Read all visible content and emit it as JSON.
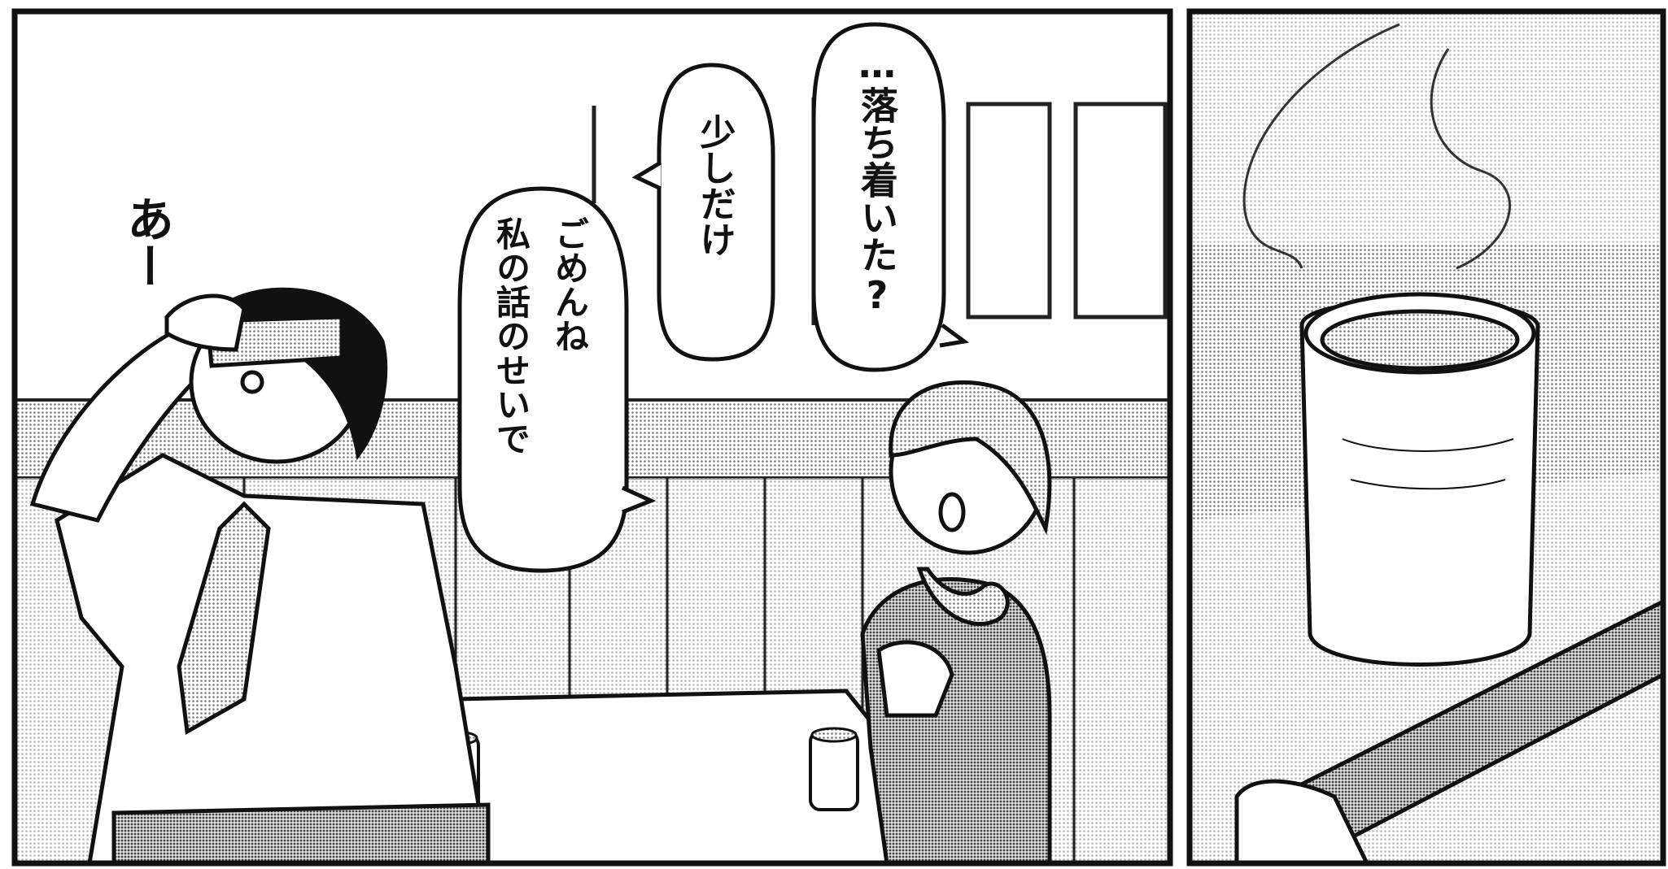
{
  "panels": [
    {
      "id": "left",
      "dialogue": [
        {
          "text": "…落ち着いた?"
        },
        {
          "text": "少しだけ"
        },
        {
          "lines": [
            "ごめんね",
            "私の話のせいで"
          ]
        }
      ],
      "sfx": "あー"
    },
    {
      "id": "right",
      "dialogue": []
    }
  ],
  "colors": {
    "ink": "#111111",
    "paper": "#ffffff",
    "tone": "#b8b8b8"
  }
}
